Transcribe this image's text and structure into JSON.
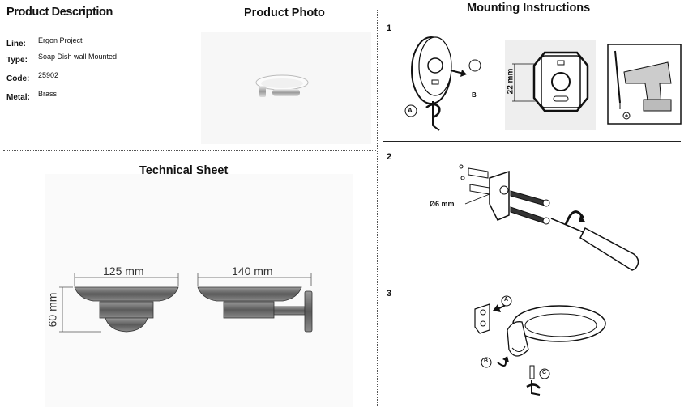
{
  "headers": {
    "product_description": "Product Description",
    "product_photo": "Product Photo",
    "mounting_instructions": "Mounting Instructions",
    "technical_sheet": "Technical Sheet"
  },
  "specs": [
    {
      "label": "Line:",
      "value": "Ergon Project"
    },
    {
      "label": "Type:",
      "value": "Soap Dish wall Mounted"
    },
    {
      "label": "Code:",
      "value": "25902"
    },
    {
      "label": "Metal:",
      "value": "Brass"
    }
  ],
  "technical": {
    "width_front": "125 mm",
    "width_side": "140 mm",
    "height": "60 mm"
  },
  "steps": [
    {
      "number": "1",
      "label_a": "A",
      "label_b": "B",
      "dimension": "22 mm"
    },
    {
      "number": "2",
      "drill_size": "Ø6 mm"
    },
    {
      "number": "3",
      "label_a": "A",
      "label_b": "B",
      "label_c": "C"
    }
  ],
  "colors": {
    "line": "#222222",
    "dotted": "#555555",
    "background": "#ffffff"
  }
}
